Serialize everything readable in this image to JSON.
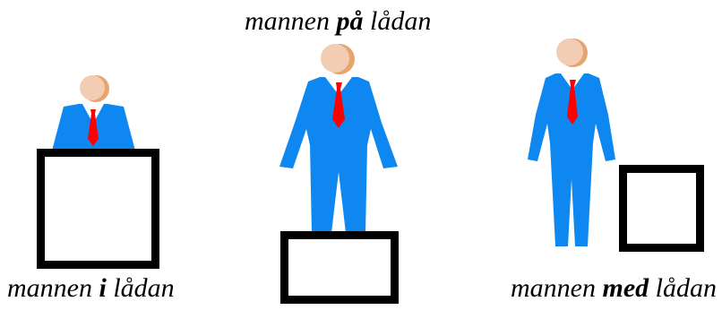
{
  "captions": {
    "on_box": {
      "prefix": "mannen ",
      "preposition": "på",
      "suffix": " lådan"
    },
    "in_box": {
      "prefix": "mannen ",
      "preposition": "i",
      "suffix": " lådan"
    },
    "with_box": {
      "prefix": "mannen ",
      "preposition": "med",
      "suffix": " lådan"
    }
  },
  "colors": {
    "suit": "#0f87f0",
    "tie": "#ff0000",
    "skin": "#f2cdb4",
    "skin_shade": "#e6a46e",
    "shirt": "#ffffff",
    "box_stroke": "#000000"
  }
}
